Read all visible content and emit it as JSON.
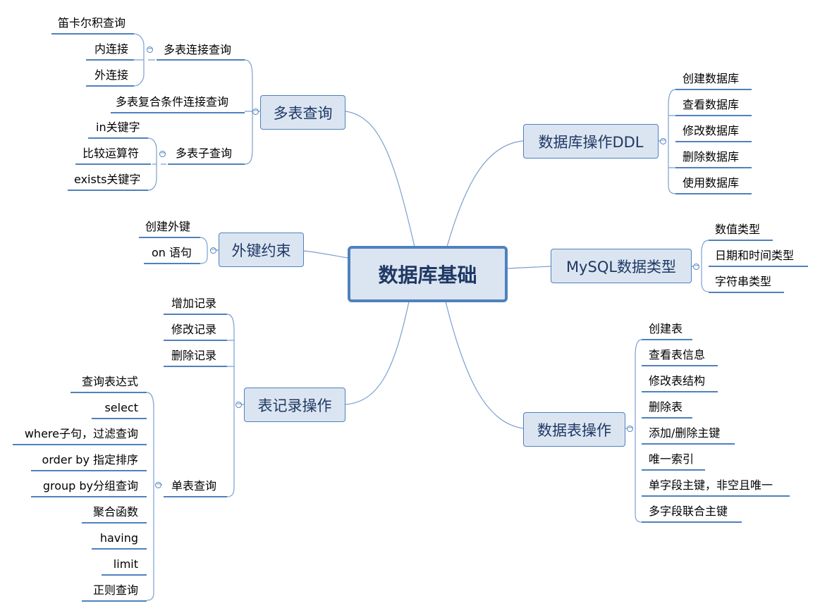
{
  "root": {
    "label": "数据库基础"
  },
  "topics": {
    "duobiao": {
      "label": "多表查询"
    },
    "waijian": {
      "label": "外键约束"
    },
    "biaojilu": {
      "label": "表记录操作"
    },
    "ddl": {
      "label": "数据库操作DDL"
    },
    "mysqltype": {
      "label": "MySQL数据类型"
    },
    "shujubiao": {
      "label": "数据表操作"
    }
  },
  "subtopics": {
    "duobiao_lianjie": "多表连接查询",
    "duobiao_fuhe": "多表复合条件连接查询",
    "duobiao_zichaxun": "多表子查询",
    "biaojilu_zengjia": "增加记录",
    "biaojilu_xiugai": "修改记录",
    "biaojilu_shanchu": "删除记录",
    "biaojilu_danbiao": "单表查询"
  },
  "leaves": {
    "lianjie": [
      "笛卡尔积查询",
      "内连接",
      "外连接"
    ],
    "zichaxun": [
      "in关键字",
      "比较运算符",
      "exists关键字"
    ],
    "waijian": [
      "创建外键",
      "on 语句"
    ],
    "danbiao": [
      "查询表达式",
      "select",
      "where子句，过滤查询",
      "order by 指定排序",
      "group by分组查询",
      "聚合函数",
      "having",
      "limit",
      "正则查询"
    ],
    "ddl": [
      "创建数据库",
      "查看数据库",
      "修改数据库",
      "删除数据库",
      "使用数据库"
    ],
    "mysqltype": [
      "数值类型",
      "日期和时间类型",
      "字符串类型"
    ],
    "shujubiao": [
      "创建表",
      "查看表信息",
      "修改表结构",
      "删除表",
      "添加/删除主键",
      "唯一索引",
      "单字段主键，非空且唯一",
      "多字段联合主键"
    ]
  },
  "colors": {
    "line": "#4f81bd",
    "curve": "#7b9fd0",
    "fill": "#dbe5f1",
    "text": "#1f3864"
  }
}
